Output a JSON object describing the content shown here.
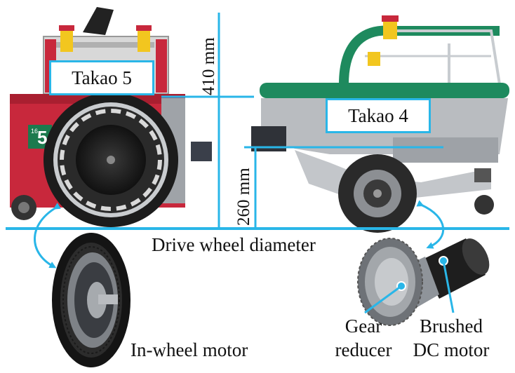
{
  "labels": {
    "robot_left": "Takao 5",
    "robot_right": "Takao 4",
    "dim_410": "410 mm",
    "dim_260": "260 mm",
    "drive_wheel": "Drive wheel diameter",
    "in_wheel": "In-wheel motor",
    "gear_1": "Gear",
    "gear_2": "reducer",
    "brushed_1": "Brushed",
    "brushed_2": "DC motor",
    "panel_number": "5",
    "panel_small": "16"
  },
  "colors": {
    "accent": "#29b6e8",
    "robot5_red": "#c8283c",
    "robot4_green": "#1e8a5e",
    "frame_grey": "#b9bcc0",
    "tire_dark": "#2a2a2a",
    "estop_yellow": "#f2c61f"
  }
}
